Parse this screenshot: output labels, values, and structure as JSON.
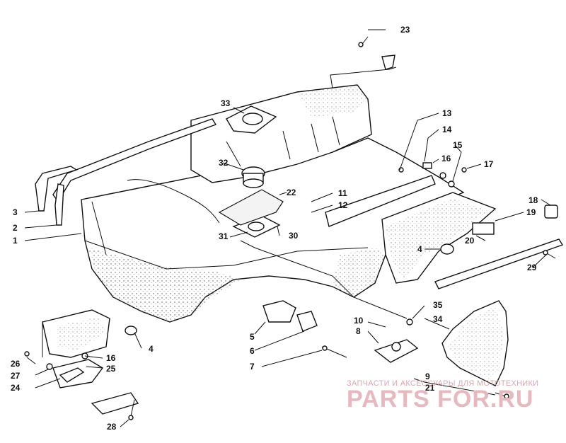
{
  "callouts": [
    {
      "id": "c1",
      "label": "1"
    },
    {
      "id": "c2",
      "label": "2"
    },
    {
      "id": "c3",
      "label": "3"
    },
    {
      "id": "c4a",
      "label": "4"
    },
    {
      "id": "c4b",
      "label": "4"
    },
    {
      "id": "c5",
      "label": "5"
    },
    {
      "id": "c6",
      "label": "6"
    },
    {
      "id": "c7",
      "label": "7"
    },
    {
      "id": "c8",
      "label": "8"
    },
    {
      "id": "c9",
      "label": "9"
    },
    {
      "id": "c10",
      "label": "10"
    },
    {
      "id": "c11",
      "label": "11"
    },
    {
      "id": "c12",
      "label": "12"
    },
    {
      "id": "c13",
      "label": "13"
    },
    {
      "id": "c14",
      "label": "14"
    },
    {
      "id": "c15",
      "label": "15"
    },
    {
      "id": "c16a",
      "label": "16"
    },
    {
      "id": "c16b",
      "label": "16"
    },
    {
      "id": "c17",
      "label": "17"
    },
    {
      "id": "c18",
      "label": "18"
    },
    {
      "id": "c19",
      "label": "19"
    },
    {
      "id": "c20",
      "label": "20"
    },
    {
      "id": "c21",
      "label": "21"
    },
    {
      "id": "c22",
      "label": "22"
    },
    {
      "id": "c23",
      "label": "23"
    },
    {
      "id": "c24",
      "label": "24"
    },
    {
      "id": "c25",
      "label": "25"
    },
    {
      "id": "c26",
      "label": "26"
    },
    {
      "id": "c27",
      "label": "27"
    },
    {
      "id": "c28",
      "label": "28"
    },
    {
      "id": "c29",
      "label": "29"
    },
    {
      "id": "c30",
      "label": "30"
    },
    {
      "id": "c31",
      "label": "31"
    },
    {
      "id": "c32",
      "label": "32"
    },
    {
      "id": "c33",
      "label": "33"
    },
    {
      "id": "c34",
      "label": "34"
    },
    {
      "id": "c35",
      "label": "35"
    }
  ],
  "watermark": {
    "subtitle": "ЗАПЧАСТИ И АКСЕССУАРЫ ДЛЯ МОТОТЕХНИКИ",
    "brand": "PARTS FOR.RU",
    "color": "#e7b9bf"
  }
}
